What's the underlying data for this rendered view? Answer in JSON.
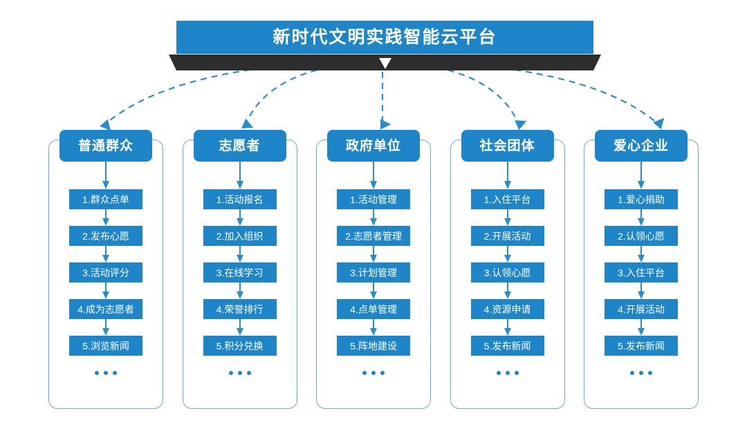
{
  "page": {
    "title": "新时代文明实践智能云平台",
    "background_color": "#ffffff"
  },
  "theme": {
    "accent_blue": "#1e86c8",
    "frame_blue": "#6aa9dd",
    "shadow_dark": "#2d2d2d",
    "text_on_accent": "#ffffff"
  },
  "banner": {
    "title": "新时代文明实践智能云平台",
    "chevron_icon": "chevron-down-icon"
  },
  "columns": [
    {
      "header": "普通群众",
      "items": [
        "1.群众点单",
        "2.发布心愿",
        "3.活动评分",
        "4.成为志愿者",
        "5.浏览新闻"
      ],
      "more_indicator": "..."
    },
    {
      "header": "志愿者",
      "items": [
        "1.活动报名",
        "2.加入组织",
        "3.在线学习",
        "4.荣誉排行",
        "5.积分兑换"
      ],
      "more_indicator": "..."
    },
    {
      "header": "政府单位",
      "items": [
        "1.活动管理",
        "2.志愿者管理",
        "3.计划管理",
        "4.点单管理",
        "5.阵地建设"
      ],
      "more_indicator": "..."
    },
    {
      "header": "社会团体",
      "items": [
        "1.入住平台",
        "2.开展活动",
        "3.认领心愿",
        "4.资源申请",
        "5.发布新闻"
      ],
      "more_indicator": "..."
    },
    {
      "header": "爱心企业",
      "items": [
        "1.爱心捐助",
        "2.认领心愿",
        "3.入住平台",
        "4.开展活动",
        "5.发布新闻"
      ],
      "more_indicator": "..."
    }
  ]
}
